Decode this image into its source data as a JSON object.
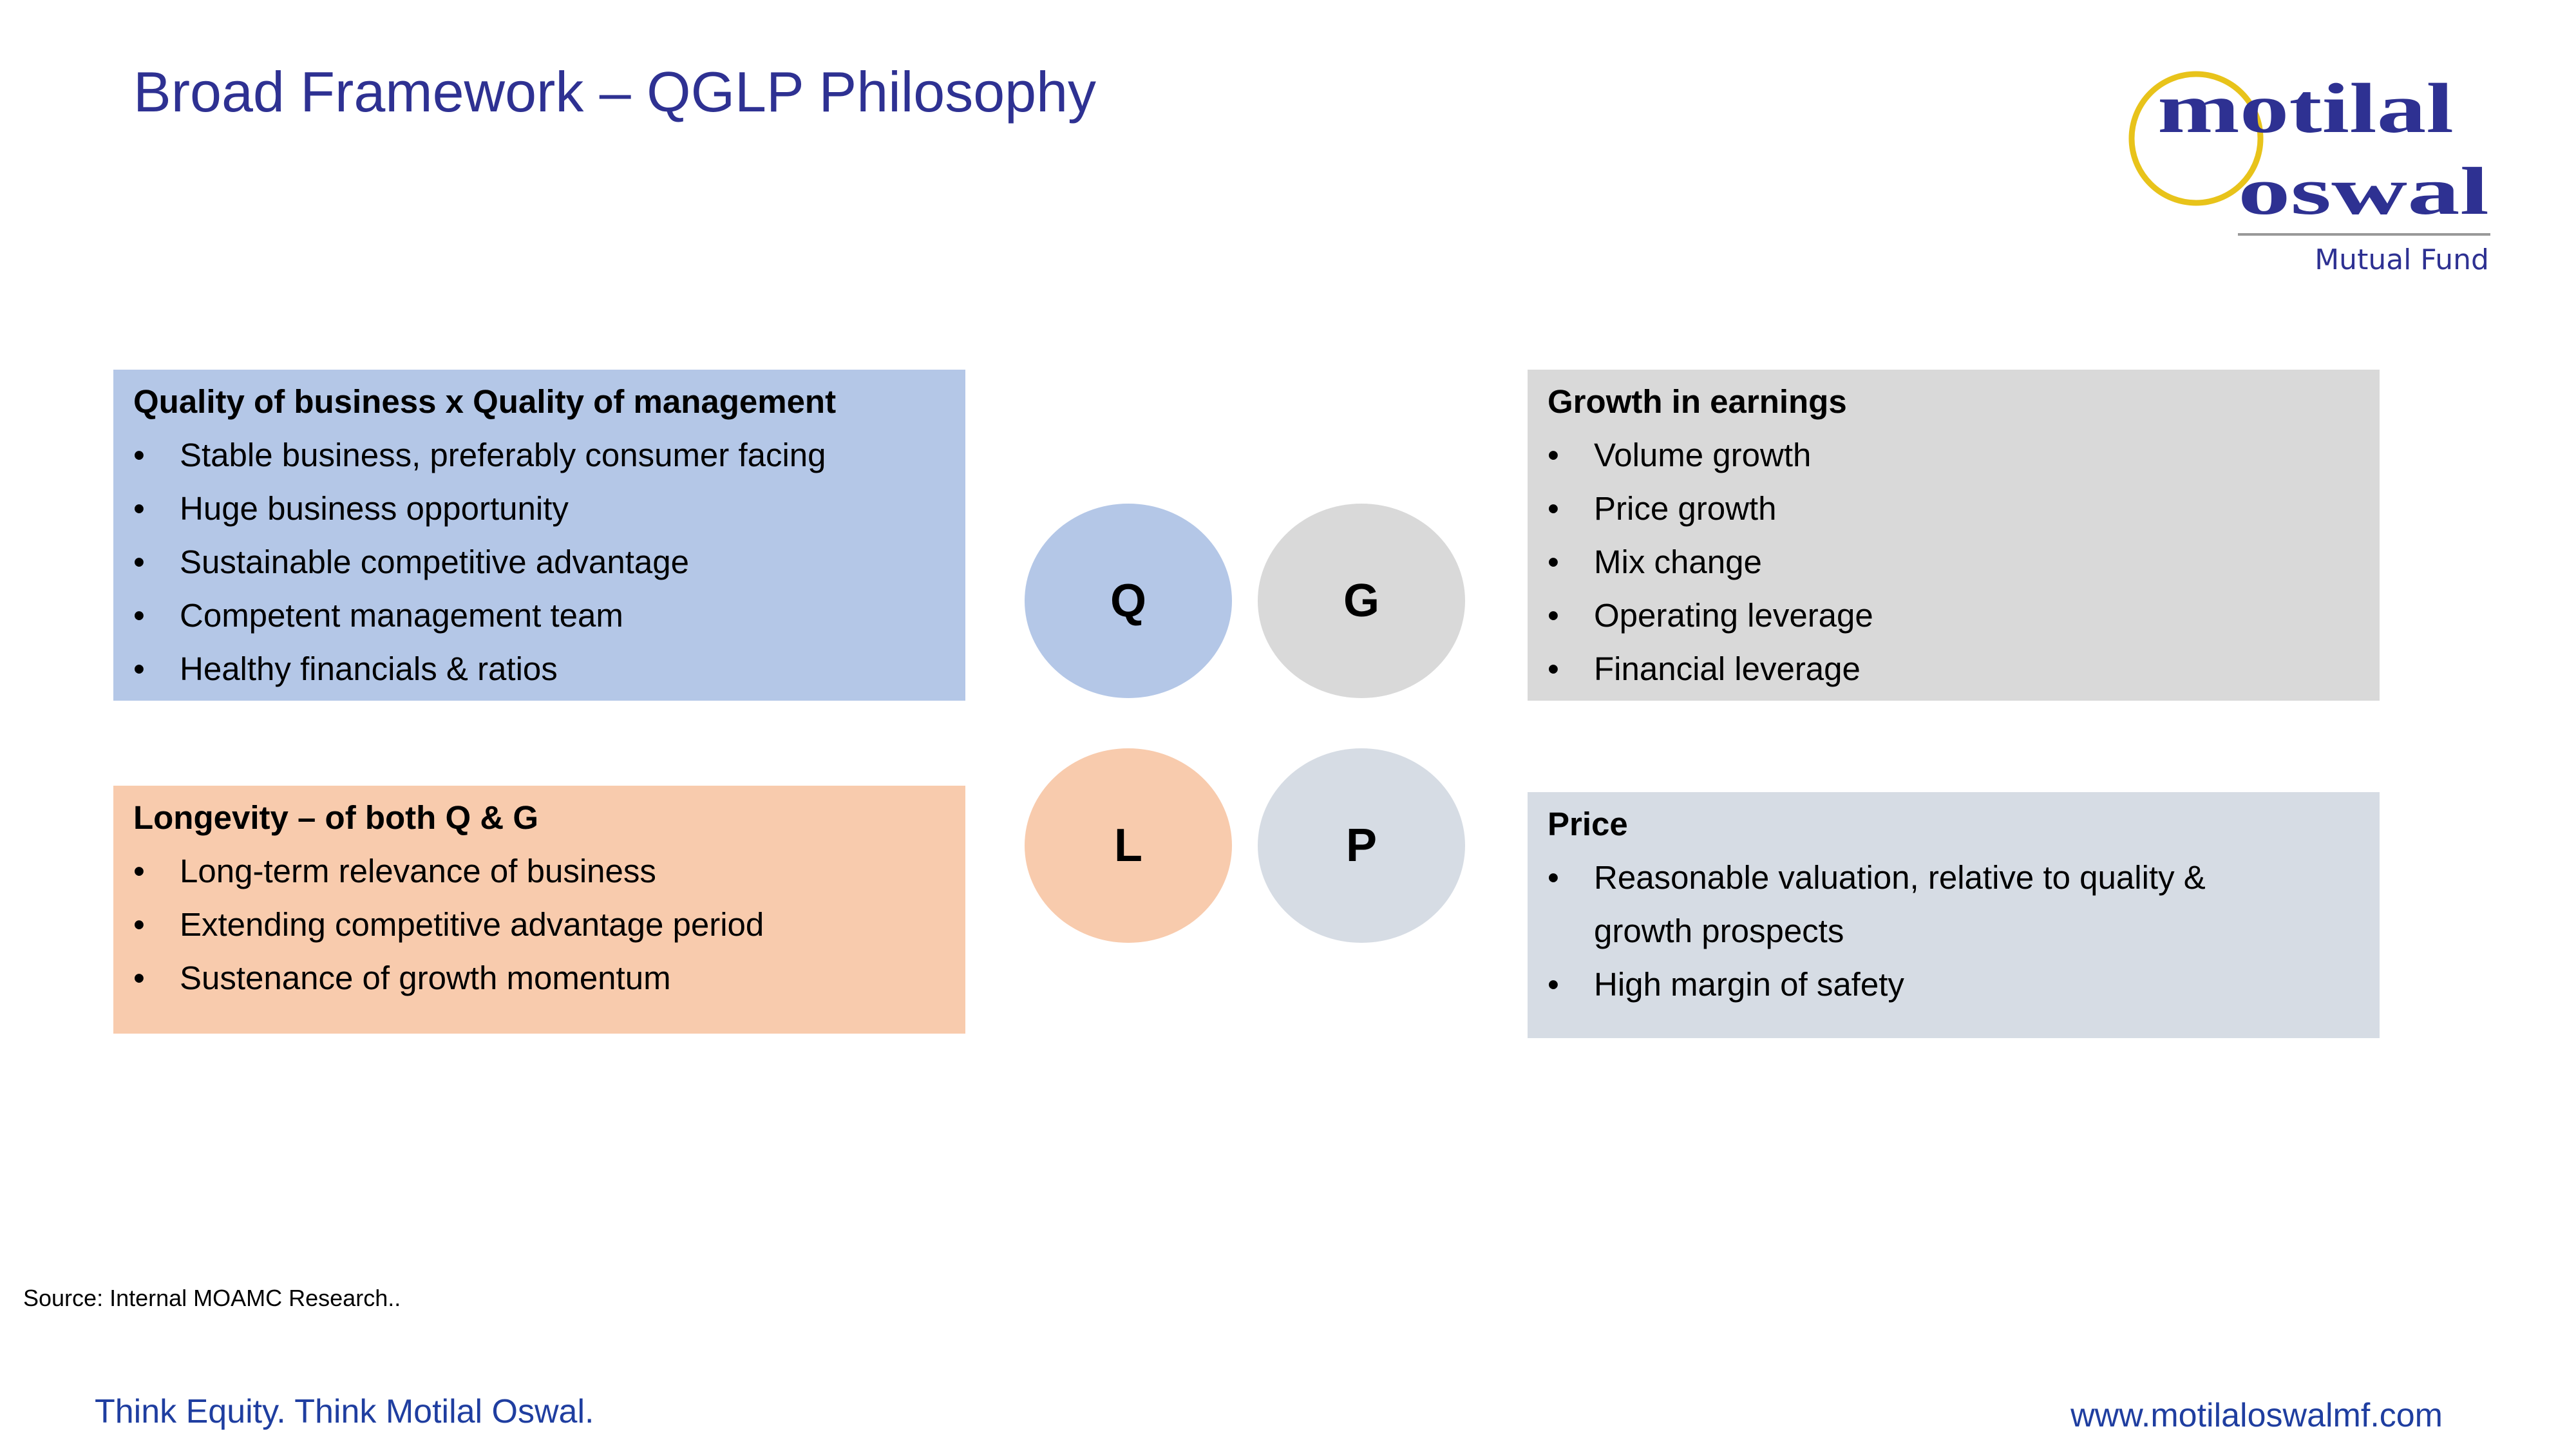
{
  "title": "Broad Framework – QGLP Philosophy",
  "logo": {
    "line1": "motilal",
    "line2": "oswal",
    "line3": "Mutual Fund"
  },
  "boxes": {
    "quality": {
      "heading": "Quality of business x Quality of management",
      "items": [
        "Stable business, preferably consumer facing",
        "Huge business opportunity",
        "Sustainable competitive advantage",
        "Competent management team",
        "Healthy financials & ratios"
      ],
      "color": "#b4c7e7"
    },
    "growth": {
      "heading": "Growth in earnings",
      "items": [
        "Volume growth",
        "Price growth",
        "Mix change",
        "Operating leverage",
        "Financial leverage"
      ],
      "color": "#d9d9d9"
    },
    "longevity": {
      "heading": "Longevity – of both Q & G",
      "items": [
        "Long-term relevance of business",
        "Extending competitive advantage period",
        "Sustenance of growth momentum"
      ],
      "color": "#f8cbad"
    },
    "price": {
      "heading": "Price",
      "items": [
        "Reasonable valuation, relative to quality &",
        "growth prospects",
        "High margin of safety"
      ],
      "color": "#d6dce4"
    }
  },
  "circles": {
    "q": "Q",
    "g": "G",
    "l": "L",
    "p": "P"
  },
  "bullet": "•",
  "source": "Source: Internal MOAMC Research..",
  "footer": {
    "tagline": "Think Equity. Think Motilal Oswal.",
    "website": "www.motilaloswalmf.com"
  }
}
